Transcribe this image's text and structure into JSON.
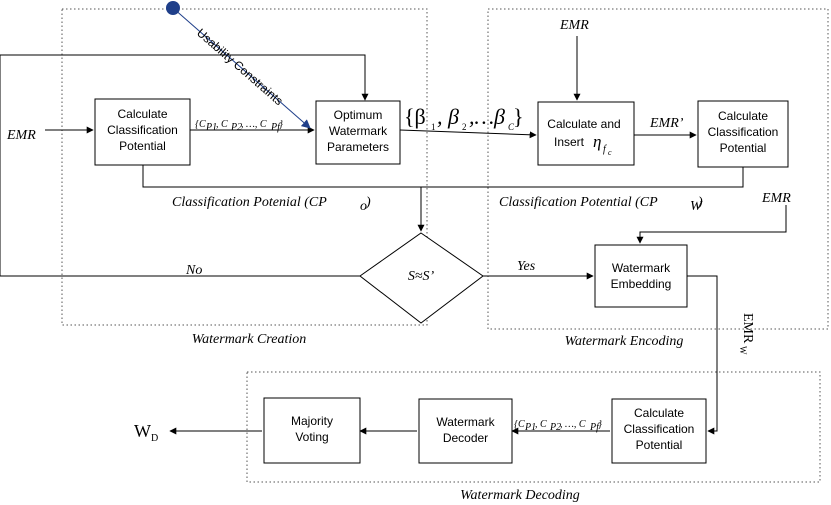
{
  "groups": {
    "creation": "Watermark Creation",
    "encoding": "Watermark Encoding",
    "decoding": "Watermark Decoding"
  },
  "boxes": {
    "calc_cp_1": [
      "Calculate",
      "Classification",
      "Potential"
    ],
    "optimum": [
      "Optimum",
      "Watermark",
      "Parameters"
    ],
    "calc_insert": [
      "Calculate and",
      "Insert"
    ],
    "calc_cp_2": [
      "Calculate",
      "Classification",
      "Potential"
    ],
    "embedding": [
      "Watermark",
      "Embedding"
    ],
    "calc_cp_3": [
      "Calculate",
      "Classification",
      "Potential"
    ],
    "decoder": [
      "Watermark",
      "Decoder"
    ],
    "voting": [
      "Majority",
      "Voting"
    ]
  },
  "labels": {
    "emr_left": "EMR",
    "emr_top": "EMR",
    "emr_right": "EMR",
    "emr_prime": "EMR’",
    "emr_w": "EMR",
    "emr_w_sub": "W",
    "usability": "Usability Constraints",
    "cp_list": "{C",
    "cp_o": "Classification Potenial (CP",
    "cp_o_sub": "o",
    "cp_w": "Classification Potential (CP",
    "cp_w_sub": "W",
    "beta": "{β",
    "eta": "η",
    "eta_sub": "f",
    "eta_subsub": "c",
    "decision": "S≈S’",
    "no": "No",
    "yes": "Yes",
    "wd": "W",
    "wd_sub": "D"
  }
}
